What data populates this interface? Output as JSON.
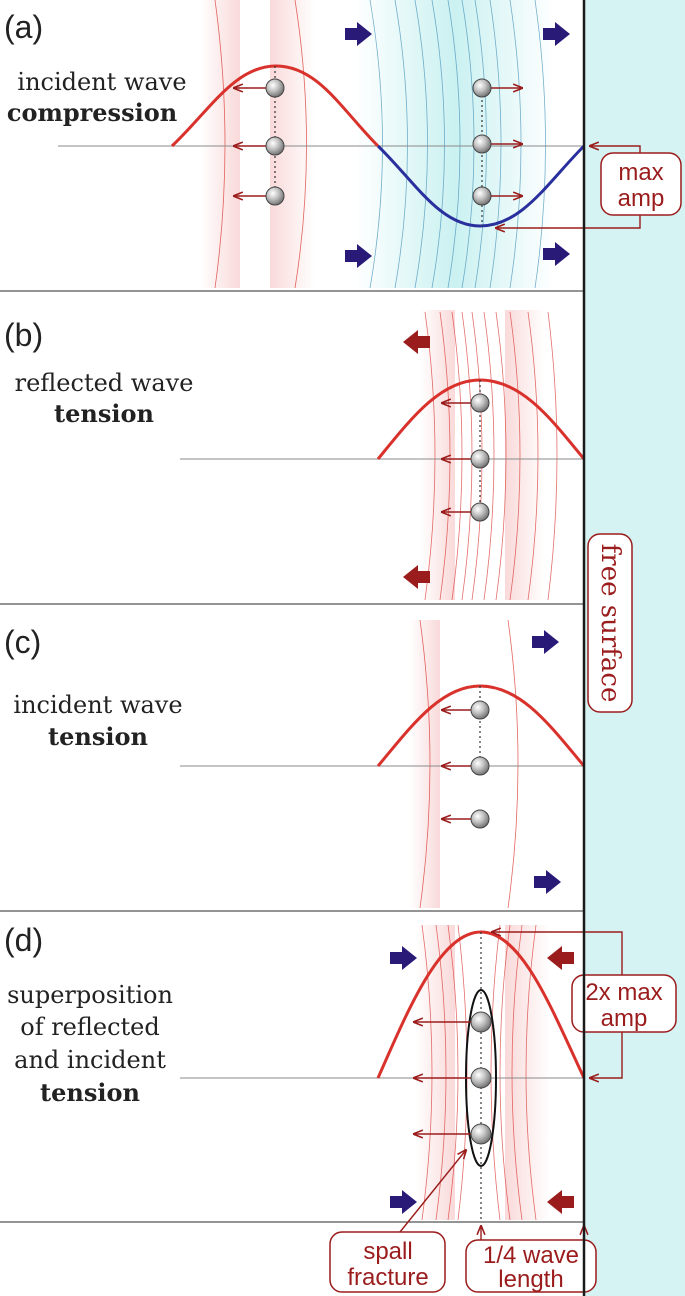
{
  "panels": [
    {
      "id": "a",
      "label": "(a)",
      "line1": "incident wave",
      "line2": "compression"
    },
    {
      "id": "b",
      "label": "(b)",
      "line1": "reflected wave",
      "line2": "tension"
    },
    {
      "id": "c",
      "label": "(c)",
      "line1": "incident wave",
      "line2": "tension"
    },
    {
      "id": "d",
      "label": "(d)",
      "line1": "superposition",
      "line2": "of reflected",
      "line3": "and incident",
      "line4": "tension"
    }
  ],
  "callouts": {
    "max_amp_1": "max",
    "max_amp_2": "amp",
    "free_surface": "free surface",
    "two_x_max_1": "2x max",
    "two_x_max_2": "amp",
    "spall_1": "spall",
    "spall_2": "fracture",
    "quarter_1": "1/4 wave",
    "quarter_2": "length"
  },
  "colors": {
    "tension_red": "#d9312b",
    "compression_blue": "#2a2f9e",
    "dark_red": "#9b1c1c",
    "navy_arrow": "#2a1a78",
    "free_surface_fill": "#d5f3f3",
    "particle_gray": "#9a9a9a"
  },
  "icons": [
    "right-arrow-icon",
    "left-arrow-icon",
    "particle-sphere-icon",
    "displacement-arrow-icon"
  ]
}
